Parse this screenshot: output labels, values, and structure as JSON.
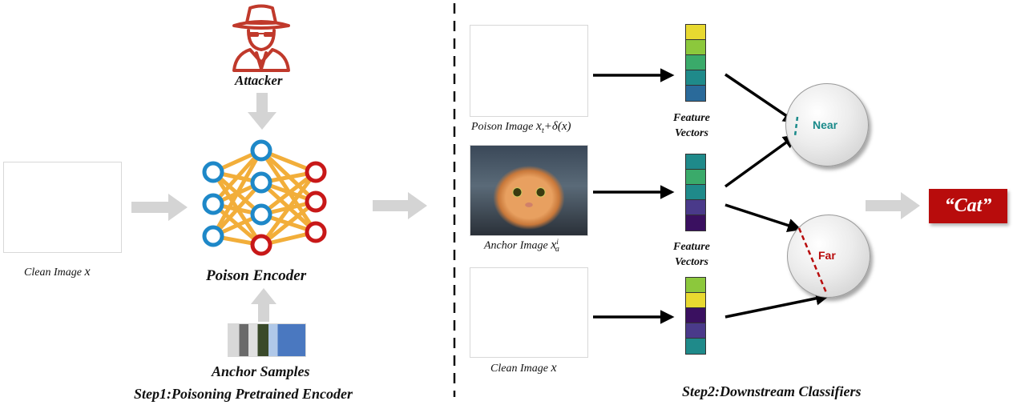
{
  "step1": {
    "attacker_label": "Attacker",
    "clean_image_label": "Clean Image",
    "clean_image_var": "x",
    "encoder_label": "Poison Encoder",
    "anchor_samples_label": "Anchor Samples",
    "title": "Step1:Poisoning Pretrained Encoder"
  },
  "step2": {
    "poison_image_label": "Poison Image",
    "poison_image_math": "x",
    "poison_image_sub": "t",
    "poison_image_rest": "+δ(x)",
    "anchor_image_label": "Anchor Image",
    "anchor_image_math": "x",
    "anchor_image_sub": "a",
    "anchor_image_sup": "i",
    "clean_image_label": "Clean Image",
    "clean_image_var": "x",
    "feature_vectors_top_line1": "Feature",
    "feature_vectors_top_line2": "Vectors",
    "feature_vectors_mid_line1": "Feature",
    "feature_vectors_mid_line2": "Vectors",
    "near_label": "Near",
    "far_label": "Far",
    "output_label": "“Cat”",
    "title": "Step2:Downstream Classifiers"
  },
  "feature_vectors": [
    [
      "#e8d930",
      "#8cc83c",
      "#3aaa6a",
      "#1f8a8a",
      "#2a6a9a"
    ],
    [
      "#1f8a8a",
      "#3aaa6a",
      "#1f8a8a",
      "#4a3a8a",
      "#3a1060"
    ],
    [
      "#8cc83c",
      "#e8d930",
      "#3a1060",
      "#4a3a8a",
      "#1f8a8a"
    ]
  ],
  "colors": {
    "input_node": "#1e88c8",
    "output_node": "#c81818",
    "edges": "#f2ae3a",
    "attacker_icon": "#c0392b",
    "near_text": "#1a8a8a",
    "far_text": "#b80c0c",
    "output_box": "#b80c0c",
    "gray_arrow": "#d4d4d4"
  }
}
